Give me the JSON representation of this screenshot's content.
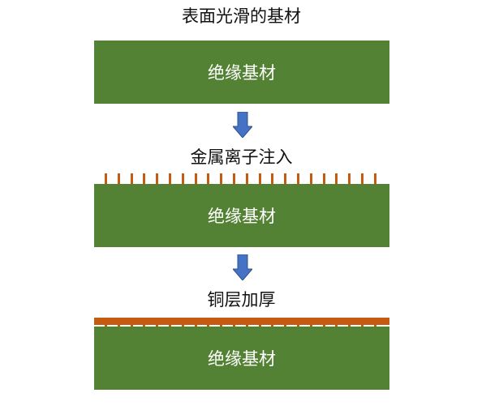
{
  "steps": [
    {
      "caption": "表面光滑的基材",
      "substrate_label": "绝缘基材"
    },
    {
      "caption": "金属离子注入",
      "substrate_label": "绝缘基材"
    },
    {
      "caption": "铜层加厚",
      "substrate_label": "绝缘基材"
    }
  ],
  "colors": {
    "substrate": "#548235",
    "copper": "#c55a11",
    "arrow_fill": "#4472c4",
    "arrow_stroke": "#2f528f"
  },
  "icons": {
    "arrow": "down-arrow-icon"
  }
}
